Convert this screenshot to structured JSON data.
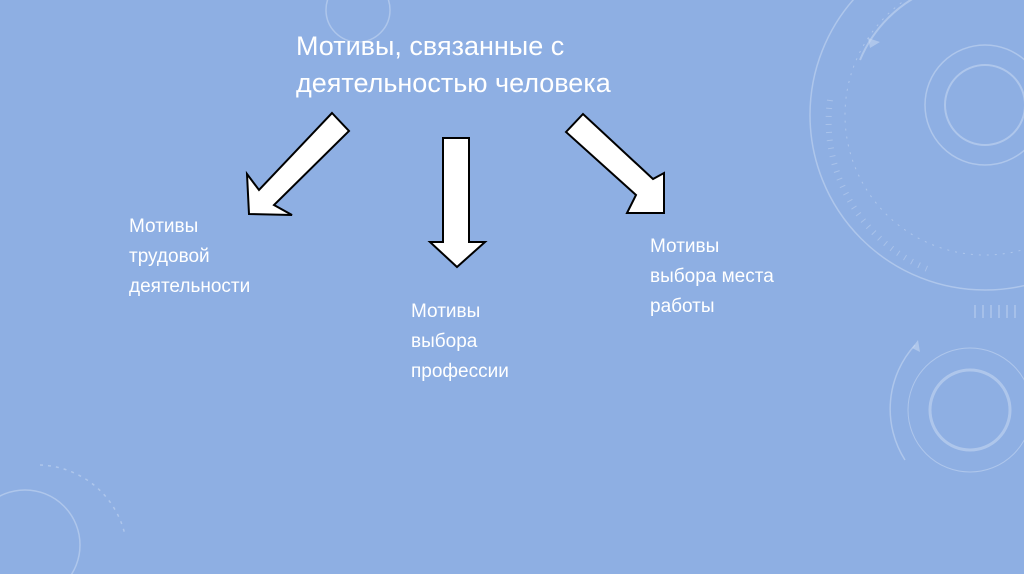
{
  "slide": {
    "title_line1": "Мотивы, связанные с",
    "title_line2": "деятельностью человека",
    "branches": [
      {
        "label": "Мотивы\nтрудовой\nдеятельности"
      },
      {
        "label": "Мотивы\nвыбора\nпрофессии"
      },
      {
        "label": "Мотивы\nвыбора места\nработы"
      }
    ]
  },
  "colors": {
    "background": "#8eafe3",
    "text": "#ffffff",
    "arrow_fill": "#ffffff",
    "arrow_stroke": "#000000",
    "decoration": "#c9d9f2"
  }
}
